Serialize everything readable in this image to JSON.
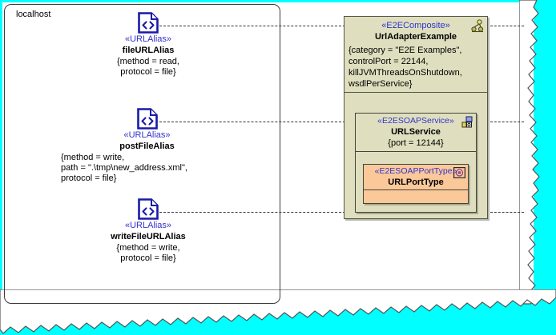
{
  "canvas": {
    "background_color": "#00ffff",
    "paper_color": "#ffffff",
    "torn_edge": "torn-paper-edge"
  },
  "node": {
    "label": "localhost",
    "name": "localhost-node"
  },
  "aliases": [
    {
      "icon": "url-alias-document-icon",
      "stereotype": "«URLAlias»",
      "name": "fileURLAlias",
      "properties": "{method = read,\nprotocol = file}",
      "align": "center"
    },
    {
      "icon": "url-alias-document-icon",
      "stereotype": "«URLAlias»",
      "name": "postFileAlias",
      "properties": "{method = write,\npath = \".\\tmp\\new_address.xml\",\nprotocol = file}",
      "align": "left"
    },
    {
      "icon": "url-alias-document-icon",
      "stereotype": "«URLAlias»",
      "name": "writeFileURLAlias",
      "properties": "{method = write,\nprotocol = file}",
      "align": "center"
    }
  ],
  "composite": {
    "stereotype": "«E2EComposite»",
    "name": "UrlAdapterExample",
    "icon": "e2e-composite-icon",
    "properties": "{category = \"E2E Examples\",\ncontrolPort = 22144,\nkillJVMThreadsOnShutdown,\nwsdlPerService}",
    "fill_color": "#dfdfbf",
    "service": {
      "stereotype": "«E2ESOAPService»",
      "name": "URLService",
      "icon": "soap-service-icon",
      "properties": "{port = 12144}",
      "fill_color": "#dfdfbf",
      "porttype": {
        "stereotype": "«E2ESOAPPortType»",
        "name": "URLPortType",
        "icon": "soap-porttype-icon",
        "fill_color": "#fbc89a"
      }
    }
  },
  "dependencies": [
    {
      "name": "dependency-fileURLAlias",
      "style": "dashed-arrow"
    },
    {
      "name": "dependency-postFileAlias",
      "style": "dashed-arrow"
    },
    {
      "name": "dependency-writeFileURLAlias",
      "style": "dashed-arrow"
    }
  ],
  "colors": {
    "stereotype_blue": "#3333cc",
    "composite_olive": "#dfdfbf",
    "porttype_orange": "#fbc89a",
    "background_cyan": "#00ffff"
  }
}
